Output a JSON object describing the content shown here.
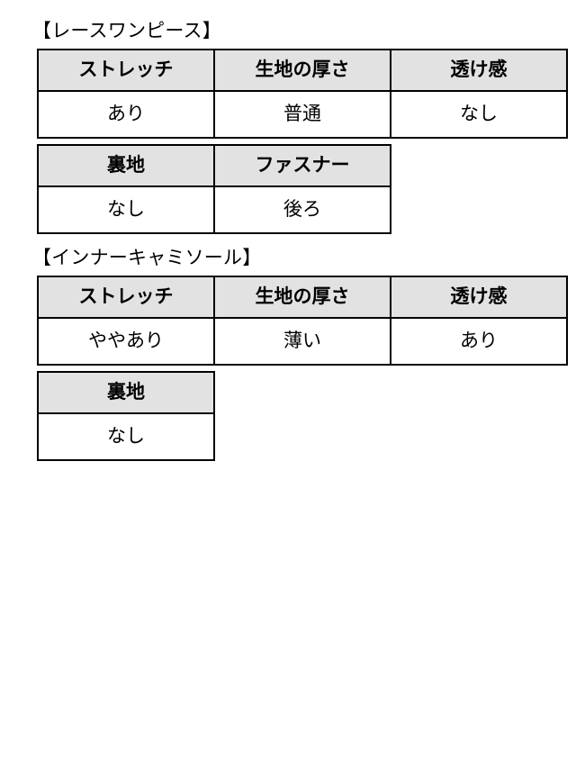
{
  "page": {
    "background_color": "#ffffff",
    "header_cell_color": "#e2e2e2",
    "border_color": "#000000",
    "text_color": "#000000"
  },
  "sections": [
    {
      "id": "dress",
      "heading": "【レースワンピース】",
      "tables": [
        {
          "columns": 3,
          "headers": [
            "ストレッチ",
            "生地の厚さ",
            "透け感"
          ],
          "values": [
            "あり",
            "普通",
            "なし"
          ]
        },
        {
          "columns": 2,
          "headers": [
            "裏地",
            "ファスナー"
          ],
          "values": [
            "なし",
            "後ろ"
          ]
        }
      ]
    },
    {
      "id": "camisole",
      "heading": "【インナーキャミソール】",
      "tables": [
        {
          "columns": 3,
          "headers": [
            "ストレッチ",
            "生地の厚さ",
            "透け感"
          ],
          "values": [
            "ややあり",
            "薄い",
            "あり"
          ]
        },
        {
          "columns": 1,
          "headers": [
            "裏地"
          ],
          "values": [
            "なし"
          ]
        }
      ]
    }
  ]
}
